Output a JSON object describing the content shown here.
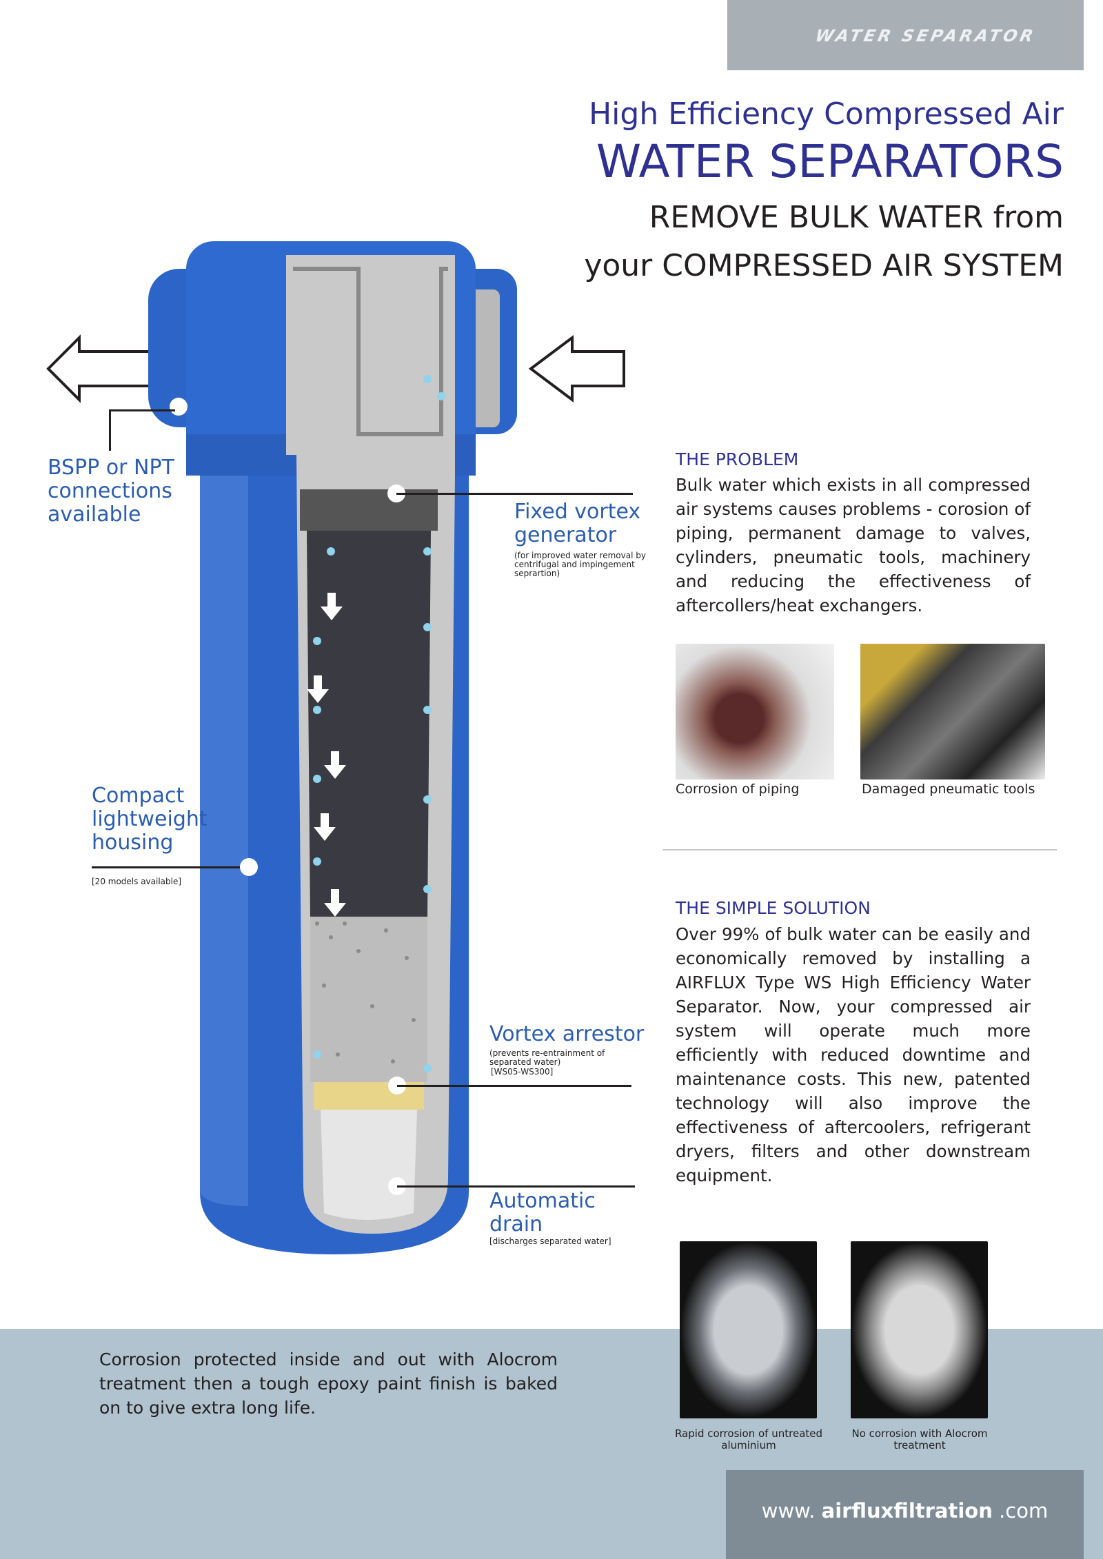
{
  "header": {
    "badge": "WATER SEPARATOR",
    "title_line1": "High Efficiency Compressed Air",
    "title_line2": "WATER SEPARATORS",
    "subtitle_line1": "REMOVE BULK WATER from",
    "subtitle_line2": "your COMPRESSED AIR SYSTEM"
  },
  "labels": {
    "connections": {
      "title": "BSPP or NPT connections available"
    },
    "vortex_generator": {
      "title": "Fixed vortex generator",
      "note": "(for improved water removal by centrifugal and impingement seprartion)"
    },
    "housing": {
      "title": "Compact lightweight housing",
      "note": "[20 models available]"
    },
    "vortex_arrestor": {
      "title": "Vortex arrestor",
      "note1": "(prevents re-entrainment of separated water)",
      "note2": "[WS05-WS300]"
    },
    "drain": {
      "title": "Automatic drain",
      "note": "[discharges separated water]"
    }
  },
  "problem": {
    "heading": "THE PROBLEM",
    "text": "Bulk water which exists in all compressed air systems causes problems - corosion of piping, permanent damage to valves, cylinders, pneumatic tools, machinery and reducing the effectiveness of aftercollers/heat exchangers.",
    "captions": [
      "Corrosion of piping",
      "Damaged pneumatic tools"
    ]
  },
  "solution": {
    "heading": "THE SIMPLE SOLUTION",
    "text": "Over 99% of bulk water can be easily and economically removed by installing a AIRFLUX Type WS High Efficiency Water Separator. Now, your compressed air system will operate much more efficiently with reduced downtime and maintenance costs. This new, patented technology will also improve the effectiveness of aftercoolers, refrigerant dryers, filters and other downstream equipment."
  },
  "bottom": {
    "text": "Corrosion protected inside and out with Alocrom treatment then a tough epoxy paint finish is baked on to give extra long life.",
    "captions": [
      "Rapid corrosion of untreated aluminium",
      "No corrosion with Alocrom treatment"
    ]
  },
  "footer": {
    "prefix": "www.",
    "brand": "airfluxfiltration",
    "suffix": ".com"
  },
  "colors": {
    "title": "#2e3192",
    "label": "#2a5db0",
    "housing": "#2c64c8",
    "band": "#b0c3cf",
    "footer": "#7f8c96"
  }
}
